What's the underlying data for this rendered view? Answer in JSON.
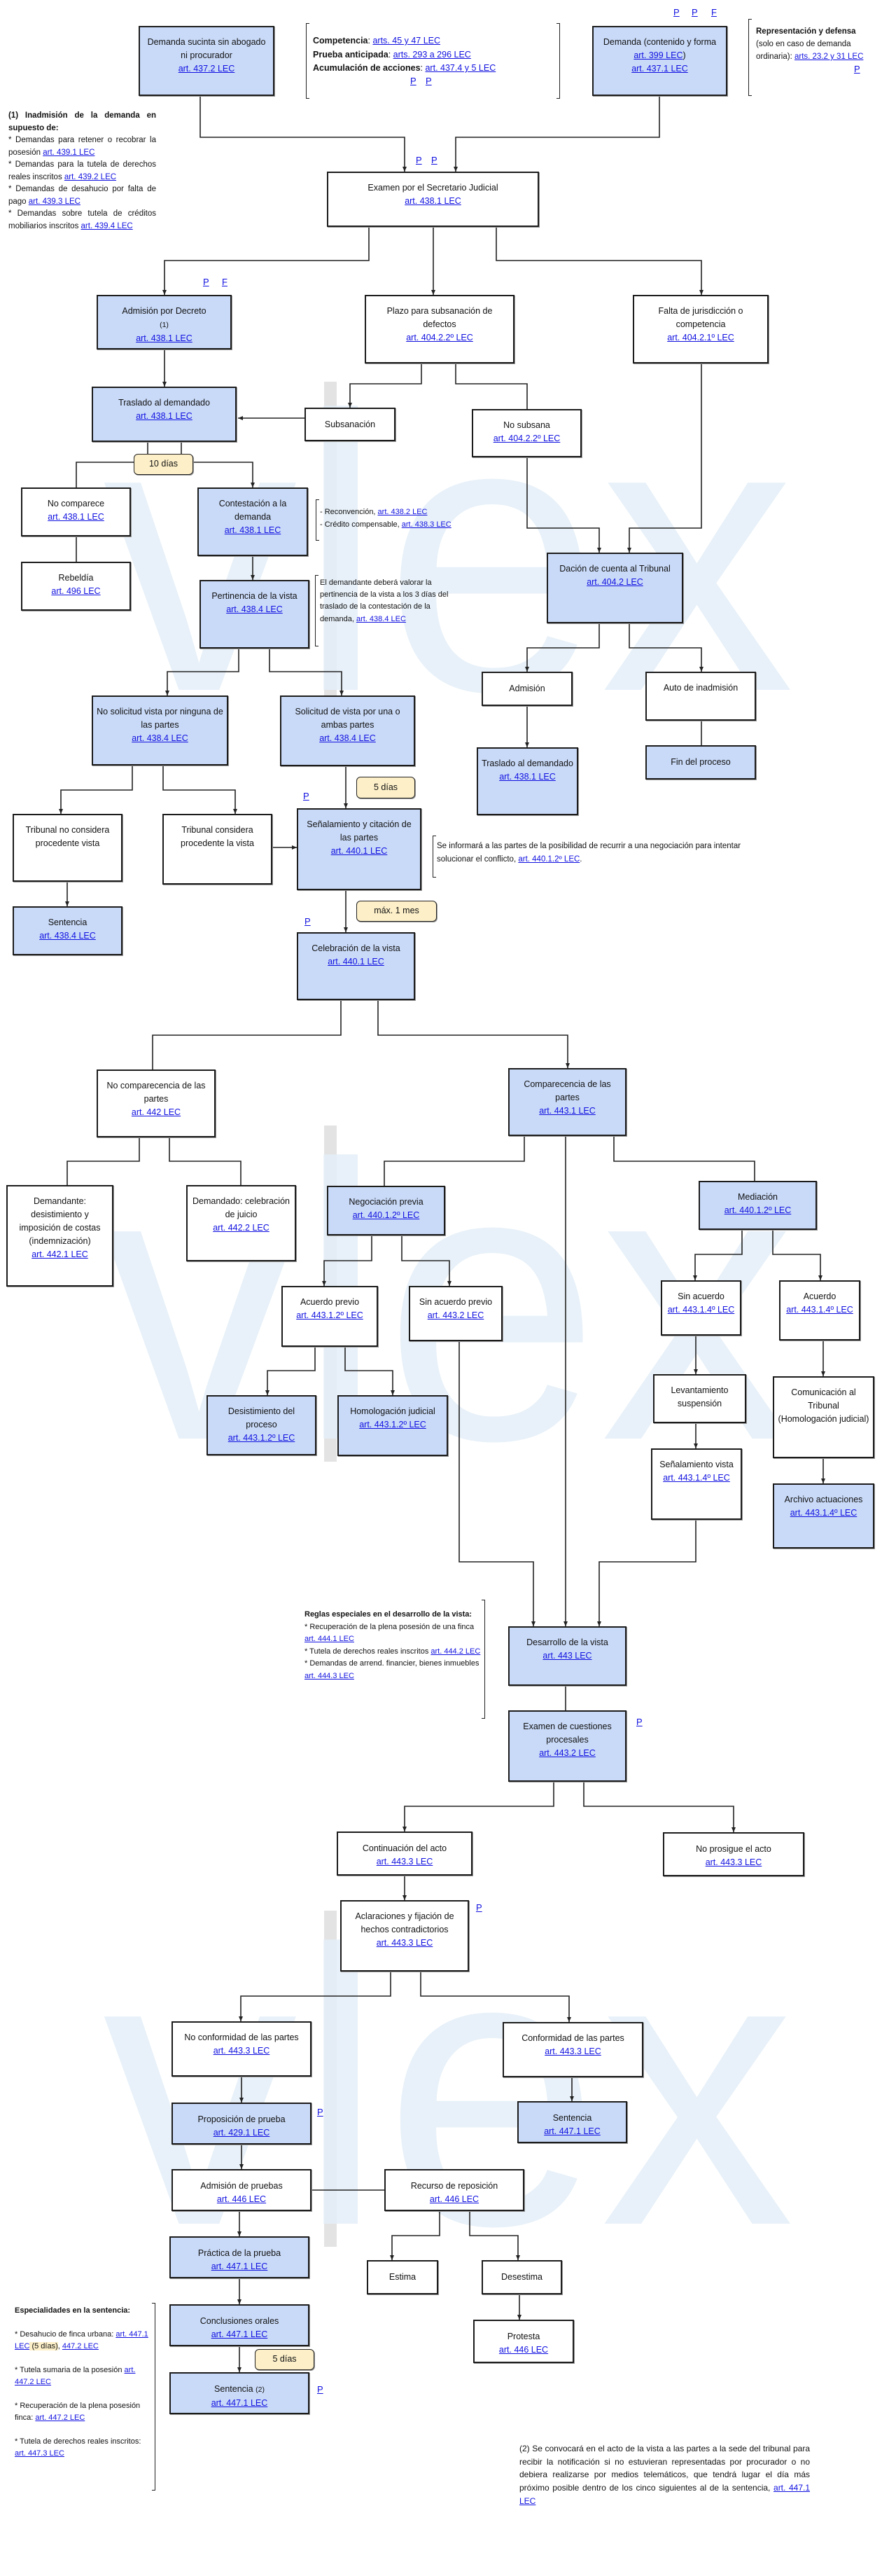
{
  "watermark": {
    "text": "vlex",
    "color": "#e4eff8",
    "bar_color": "#e3e3e3"
  },
  "colors": {
    "step_fill": "#c9daf8",
    "badge_fill": "#fdf0c9",
    "link": "#1010e0"
  },
  "nodes": {
    "sucinta": {
      "title": "Demanda sucinta sin abogado ni procurador",
      "link": "art. 437.2 LEC"
    },
    "demanda": {
      "title": "Demanda (contenido y forma ",
      "title_link": "art. 399 LEC",
      "title_post": ")",
      "link": "art. 437.1 LEC"
    },
    "examen": {
      "title": "Examen por el Secretario Judicial",
      "link": "art. 438.1 LEC"
    },
    "admision": {
      "title": "Admisión por Decreto",
      "mark": "(1)",
      "link": "art. 438.1 LEC"
    },
    "plazo": {
      "title": "Plazo para subsanación de defectos",
      "link": "art. 404.2.2º LEC"
    },
    "falta": {
      "title": "Falta de jurisdicción o competencia",
      "link": "art. 404.2.1º LEC"
    },
    "traslado": {
      "title": "Traslado al demandado",
      "link": "art. 438.1 LEC"
    },
    "subsanacion": {
      "title": "Subsanación"
    },
    "nosubsana": {
      "title": "No subsana",
      "link": "art. 404.2.2º LEC"
    },
    "nocomparece": {
      "title": "No comparece",
      "link": "art. 438.1 LEC"
    },
    "contestacion": {
      "title": "Contestación a la demanda",
      "link": "art. 438.1 LEC"
    },
    "rebeldia": {
      "title": "Rebeldía",
      "link": "art. 496 LEC"
    },
    "pertinencia": {
      "title": "Pertinencia de la vista",
      "link": "art. 438.4 LEC"
    },
    "dacion": {
      "title": "Dación de cuenta al Tribunal",
      "link": "art. 404.2 LEC"
    },
    "admision2": {
      "title": "Admisión"
    },
    "auto": {
      "title": "Auto de inadmisión"
    },
    "traslado2": {
      "title": "Traslado al demandado",
      "link": "art. 438.1 LEC"
    },
    "fin": {
      "title": "Fin del proceso"
    },
    "nosolicitud": {
      "title": "No solicitud vista por ninguna de las partes",
      "link": "art. 438.4 LEC"
    },
    "solicitud": {
      "title": "Solicitud de vista por una o ambas partes",
      "link": "art. 438.4 LEC"
    },
    "tribunalno": {
      "title": "Tribunal no considera procedente vista"
    },
    "tribunalsi": {
      "title": "Tribunal considera procedente la vista"
    },
    "senalamiento": {
      "title": "Señalamiento y citación de las partes",
      "link": "art. 440.1 LEC"
    },
    "sentencia1": {
      "title": "Sentencia",
      "link": "art. 438.4 LEC"
    },
    "celebracion": {
      "title": "Celebración de la vista",
      "link": "art. 440.1 LEC"
    },
    "nocomparecencia": {
      "title": "No comparecencia de las partes",
      "link": "art. 442 LEC"
    },
    "comparecencia": {
      "title": "Comparecencia de las partes",
      "link": "art. 443.1 LEC"
    },
    "demandante": {
      "title": "Demandante: desistimiento y imposición de costas (indemnización)",
      "link": "art. 442.1 LEC"
    },
    "demandado": {
      "title": "Demandado: celebración de juicio",
      "link": "art. 442.2 LEC"
    },
    "negociacion": {
      "title": "Negociación previa",
      "link": "art. 440.1.2º LEC"
    },
    "mediacion": {
      "title": "Mediación",
      "link": "art. 440.1.2º LEC"
    },
    "acuerdoprevio": {
      "title": "Acuerdo previo",
      "link": "art. 443.1.2º LEC"
    },
    "sinacuerdoprevio": {
      "title": "Sin acuerdo previo",
      "link": "art. 443.2 LEC"
    },
    "desistimiento": {
      "title": "Desistimiento del proceso",
      "link": "art. 443.1.2º LEC"
    },
    "homologacion": {
      "title": "Homologación judicial",
      "link": "art. 443.1.2º LEC"
    },
    "sinacuerdo": {
      "title": "Sin acuerdo",
      "link": "art. 443.1.4º LEC"
    },
    "acuerdo": {
      "title": "Acuerdo",
      "link": "art. 443.1.4º LEC"
    },
    "levantamiento": {
      "title": "Levantamiento suspensión"
    },
    "senalvista": {
      "title": "Señalamiento vista",
      "link": "art. 443.1.4º LEC"
    },
    "comunicacion": {
      "title": "Comunicación al Tribunal (Homologación judicial)"
    },
    "archivo": {
      "title": "Archivo actuaciones",
      "link": "art. 443.1.4º LEC"
    },
    "desarrollo": {
      "title": "Desarrollo de la vista",
      "link": "art. 443 LEC"
    },
    "examen2": {
      "title": "Examen de cuestiones procesales",
      "link": "art. 443.2 LEC"
    },
    "continuacion": {
      "title": "Continuación del acto",
      "link": "art. 443.3 LEC"
    },
    "noprosigue": {
      "title": "No prosigue el acto",
      "link": "art. 443.3 LEC"
    },
    "aclaraciones": {
      "title": "Aclaraciones y fijación de hechos contradictorios",
      "link": "art. 443.3 LEC"
    },
    "noconformidad": {
      "title": "No conformidad de las partes",
      "link": "art. 443.3 LEC"
    },
    "conformidad": {
      "title": "Conformidad de las partes",
      "link": "art. 443.3 LEC"
    },
    "proposicion": {
      "title": "Proposición de prueba",
      "link": "art. 429.1 LEC"
    },
    "sentencia2": {
      "title": "Sentencia",
      "link": "art. 447.1 LEC"
    },
    "admpruebas": {
      "title": "Admisión de pruebas",
      "link": "art. 446 LEC"
    },
    "recurso": {
      "title": "Recurso de reposición",
      "link": "art. 446 LEC"
    },
    "practica": {
      "title": "Práctica de la prueba",
      "link": "art. 447.1 LEC"
    },
    "estima": {
      "title": "Estima"
    },
    "desestima": {
      "title": "Desestima"
    },
    "conclusiones": {
      "title": "Conclusiones orales",
      "link": "art. 447.1 LEC"
    },
    "sentencia3": {
      "title": "Sentencia ",
      "mark": "(2)",
      "link": "art. 447.1 LEC"
    },
    "protesta": {
      "title": "Protesta",
      "link": "art. 446 LEC"
    }
  },
  "badges": {
    "diez": "10 días",
    "cinco_a": "5 días",
    "mes": "máx. 1 mes",
    "cinco_b": "5 días"
  },
  "refs": [
    "P",
    "P",
    "F",
    "P",
    "P",
    "P",
    "P",
    "P",
    "P",
    "F",
    "P",
    "P",
    "P",
    "P",
    "P",
    "P"
  ],
  "notes": {
    "competencia": [
      {
        "b": "Competencia"
      },
      {
        "t": ": "
      },
      {
        "l": "arts. 45 y 47 LEC"
      },
      {
        "br": true
      },
      {
        "b": "Prueba anticipada"
      },
      {
        "t": ": "
      },
      {
        "l": "arts. 293 a 296 LEC"
      },
      {
        "br": true
      },
      {
        "b": "Acumulación de acciones"
      },
      {
        "t": ": "
      },
      {
        "l": "art. 437.4 y 5 LEC"
      }
    ],
    "representacion": [
      {
        "b": "Representación y defensa"
      },
      {
        "t": " (solo en caso de demanda ordinaria): "
      },
      {
        "l": "arts. 23.2 y 31 LEC"
      }
    ],
    "inadmision": [
      {
        "b": "(1) Inadmisión de la demanda en supuesto de:"
      },
      {
        "br": true
      },
      {
        "t": "* Demandas para retener o recobrar la posesión "
      },
      {
        "l": "art. 439.1 LEC"
      },
      {
        "br": true
      },
      {
        "t": "* Demandas para la tutela de derechos reales inscritos "
      },
      {
        "l": "art. 439.2 LEC"
      },
      {
        "br": true
      },
      {
        "t": "* Demandas de desahucio por falta de pago "
      },
      {
        "l": "art. 439.3 LEC"
      },
      {
        "br": true
      },
      {
        "t": "* Demandas sobre tutela de créditos mobiliarios inscritos "
      },
      {
        "l": "art. 439.4 LEC"
      }
    ],
    "reconvencion": [
      {
        "t": "- Reconvención, "
      },
      {
        "l": "art. 438.2 LEC"
      },
      {
        "br": true
      },
      {
        "t": "- Crédito compensable, "
      },
      {
        "l": "art. 438.3 LEC"
      }
    ],
    "pertinencia": [
      {
        "t": "El demandante deberá valorar la pertinencia de la vista a los 3 días del traslado de la contestación de la demanda, "
      },
      {
        "l": "art. 438.4 LEC"
      }
    ],
    "negociacion": [
      {
        "t": "Se informará a las partes de la posibilidad de recurrir a una negociación para intentar solucionar el conflicto, "
      },
      {
        "l": "art. 440.1.2º LEC"
      },
      {
        "t": "."
      }
    ],
    "reglas": [
      {
        "b": "Reglas especiales en el desarrollo de la vista:"
      },
      {
        "br": true
      },
      {
        "t": "* Recuperación de la plena posesión de una finca "
      },
      {
        "l": "art. 444.1 LEC"
      },
      {
        "br": true
      },
      {
        "t": "* Tutela de derechos reales inscritos "
      },
      {
        "l": "art. 444.2 LEC"
      },
      {
        "br": true
      },
      {
        "t": "* Demandas de arrend. financier, bienes inmuebles "
      },
      {
        "l": "art. 444.3 LEC"
      }
    ],
    "especialidades": [
      {
        "b": "Especialidades en la sentencia:"
      },
      {
        "p": true
      },
      {
        "t": "* Desahucio de finca urbana: "
      },
      {
        "l": "art. 447.1 LEC"
      },
      {
        "h": " (5 días)"
      },
      {
        "t": ", "
      },
      {
        "l": "447.2 LEC"
      },
      {
        "p": true
      },
      {
        "t": "* Tutela sumaria de la posesión "
      },
      {
        "l": "art. 447.2 LEC"
      },
      {
        "p": true
      },
      {
        "t": "* Recuperación de la plena posesión finca: "
      },
      {
        "l": "art. 447.2 LEC"
      },
      {
        "p": true
      },
      {
        "t": "* Tutela de derechos reales inscritos: "
      },
      {
        "l": "art. 447.3 LEC"
      }
    ],
    "nota2": [
      {
        "t": "(2) Se convocará en el acto de la vista a las partes a la sede del tribunal para recibir la notificación si no estuvieran representadas por procurador o no debiera realizarse por medios telemáticos, que tendrá lugar el día más próximo posible dentro de los cinco siguientes al de la sentencia, "
      },
      {
        "l": "art. 447.1 LEC"
      }
    ]
  }
}
